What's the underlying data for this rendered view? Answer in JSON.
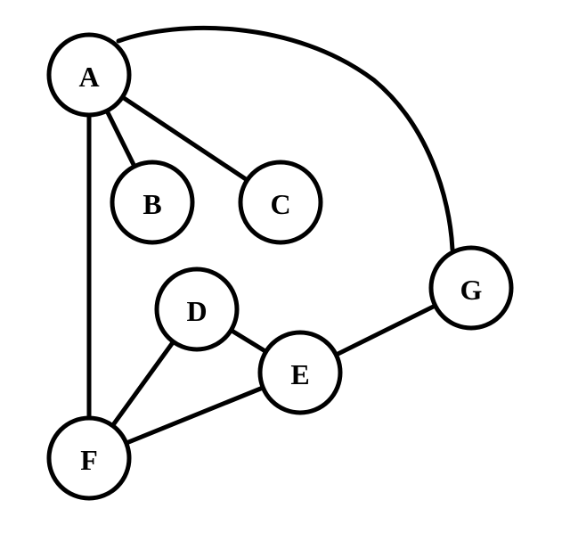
{
  "nodes": [
    {
      "id": "A",
      "label": "A"
    },
    {
      "id": "B",
      "label": "B"
    },
    {
      "id": "C",
      "label": "C"
    },
    {
      "id": "D",
      "label": "D"
    },
    {
      "id": "E",
      "label": "E"
    },
    {
      "id": "F",
      "label": "F"
    },
    {
      "id": "G",
      "label": "G"
    }
  ],
  "edges": [
    {
      "from": "A",
      "to": "B",
      "shape": "line"
    },
    {
      "from": "A",
      "to": "C",
      "shape": "line"
    },
    {
      "from": "A",
      "to": "F",
      "shape": "line"
    },
    {
      "from": "A",
      "to": "G",
      "shape": "arc"
    },
    {
      "from": "D",
      "to": "E",
      "shape": "line"
    },
    {
      "from": "D",
      "to": "F",
      "shape": "line"
    },
    {
      "from": "E",
      "to": "F",
      "shape": "line"
    },
    {
      "from": "E",
      "to": "G",
      "shape": "line"
    }
  ],
  "colors": {
    "stroke": "#000000",
    "fill": "#ffffff",
    "background": "#ffffff"
  }
}
